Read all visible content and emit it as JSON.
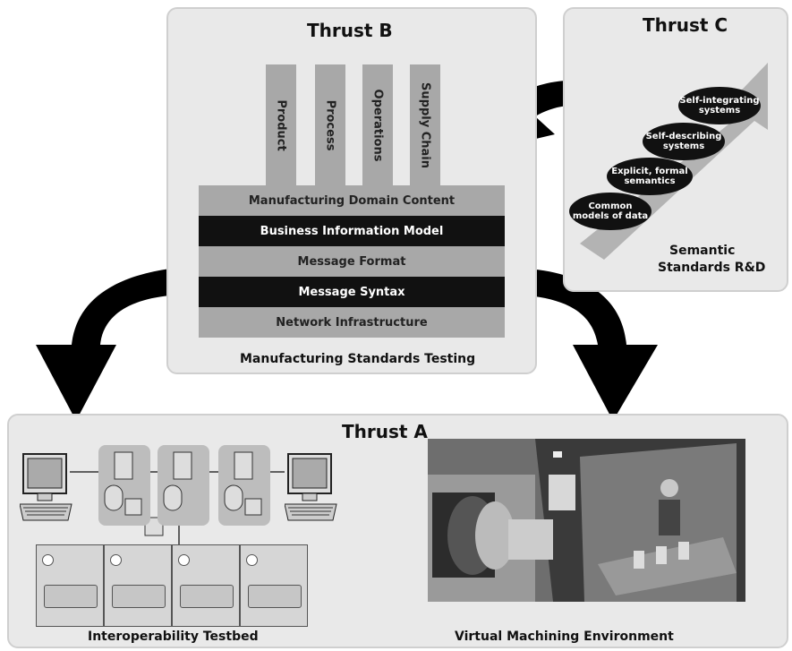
{
  "thrust_b": {
    "title": "Thrust B",
    "pillars": [
      "Product",
      "Process",
      "Operations",
      "Supply Chain"
    ],
    "layers": [
      "Manufacturing Domain Content",
      "Business Information Model",
      "Message Format",
      "Message Syntax",
      "Network Infrastructure"
    ],
    "caption": "Manufacturing Standards Testing"
  },
  "thrust_c": {
    "title": "Thrust C",
    "steps": [
      "Self-integrating systems",
      "Self-describing systems",
      "Explicit, formal semantics",
      "Common models of data"
    ],
    "caption_line1": "Semantic",
    "caption_line2": "Standards R&D"
  },
  "thrust_a": {
    "title": "Thrust A",
    "left_caption": "Interoperability Testbed",
    "right_caption": "Virtual Machining Environment"
  }
}
